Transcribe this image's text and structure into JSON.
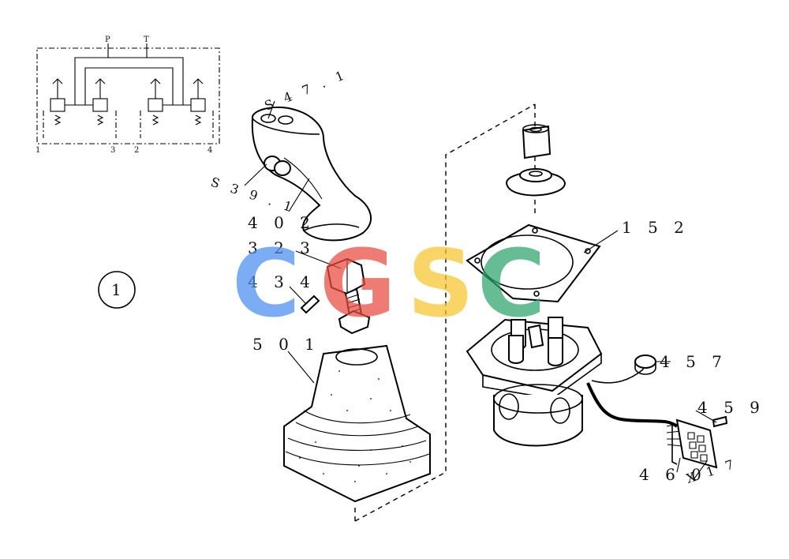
{
  "schematic": {
    "port_p": "P",
    "port_t": "T",
    "port_1": "1",
    "port_2": "2",
    "port_3": "3",
    "port_4": "4"
  },
  "figure_number": "1",
  "callouts": {
    "c_s47_1": "S 4 7 . 1",
    "c_s39_1": "S 3 9 . 1",
    "c_402": "4 0 2",
    "c_323": "3 2 3",
    "c_434": "4 3 4",
    "c_501": "5 0 1",
    "c_152": "1 5 2",
    "c_457": "4 5 7",
    "c_459": "4 5 9",
    "c_460": "4 6 0",
    "c_x17": "X 1 7"
  },
  "watermark": {
    "letters": [
      "C",
      "G",
      "S",
      "C"
    ],
    "colors": [
      "#4a8df0",
      "#ea4a3f",
      "#f7c62f",
      "#2ea56a"
    ]
  }
}
